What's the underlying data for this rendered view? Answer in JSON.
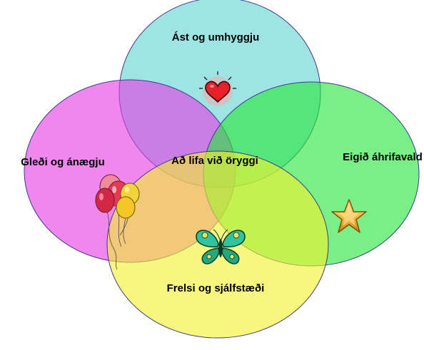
{
  "diagram": {
    "type": "venn",
    "center_label": "Að lifa við öryggi",
    "circles": [
      {
        "id": "top",
        "label": "Ást og umhyggju",
        "color": "#64d3d3",
        "icon": "heart-icon"
      },
      {
        "id": "left",
        "label": "Gleði og ánægju",
        "color": "#e53ee5",
        "icon": "balloons-icon"
      },
      {
        "id": "right",
        "label": "Eigið áhrifavald",
        "color": "#27e63a",
        "icon": "star-icon"
      },
      {
        "id": "bottom",
        "label": "Frelsi og sjálfstæði",
        "color": "#f2f230",
        "icon": "butterfly-icon"
      }
    ]
  }
}
